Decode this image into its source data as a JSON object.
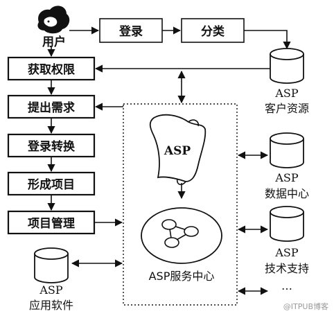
{
  "user": {
    "label": "用户"
  },
  "top_flow": {
    "login": "登录",
    "classify": "分类"
  },
  "left_steps": [
    "获取权限",
    "提出需求",
    "登录转换",
    "形成项目",
    "项目管理"
  ],
  "center": {
    "scroll_label": "ASP",
    "hub_label": "ASP服务中心"
  },
  "right_dbs": [
    {
      "line1": "ASP",
      "line2": "客户资源"
    },
    {
      "line1": "ASP",
      "line2": "数据中心"
    },
    {
      "line1": "ASP",
      "line2": "技术支持"
    }
  ],
  "ellipsis": "…",
  "left_db": {
    "line1": "ASP",
    "line2": "应用软件"
  },
  "watermark": "@ITPUB博客"
}
